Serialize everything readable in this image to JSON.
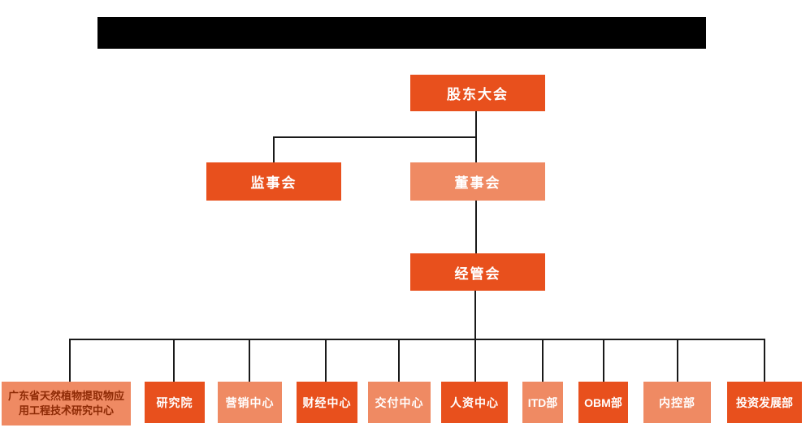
{
  "colors": {
    "primary_orange": "#E8501D",
    "light_orange": "#EF8A63",
    "connector_line": "#1A1A1A",
    "node_text_light": "#FFFFFF",
    "node_text_dark": "#8E2A05",
    "redacted_title_bar": "#000000"
  },
  "org_chart": {
    "root": {
      "label": "股东大会"
    },
    "supervisory_board": {
      "label": "监事会"
    },
    "board_of_directors": {
      "label": "董事会"
    },
    "management_committee": {
      "label": "经管会"
    },
    "departments": [
      {
        "label": "广东省天然植物提取物应用工程技术研究中心"
      },
      {
        "label": "研究院"
      },
      {
        "label": "营销中心"
      },
      {
        "label": "财经中心"
      },
      {
        "label": "交付中心"
      },
      {
        "label": "人资中心"
      },
      {
        "label": "ITD部"
      },
      {
        "label": "OBM部"
      },
      {
        "label": "内控部"
      },
      {
        "label": "投资发展部"
      }
    ]
  }
}
